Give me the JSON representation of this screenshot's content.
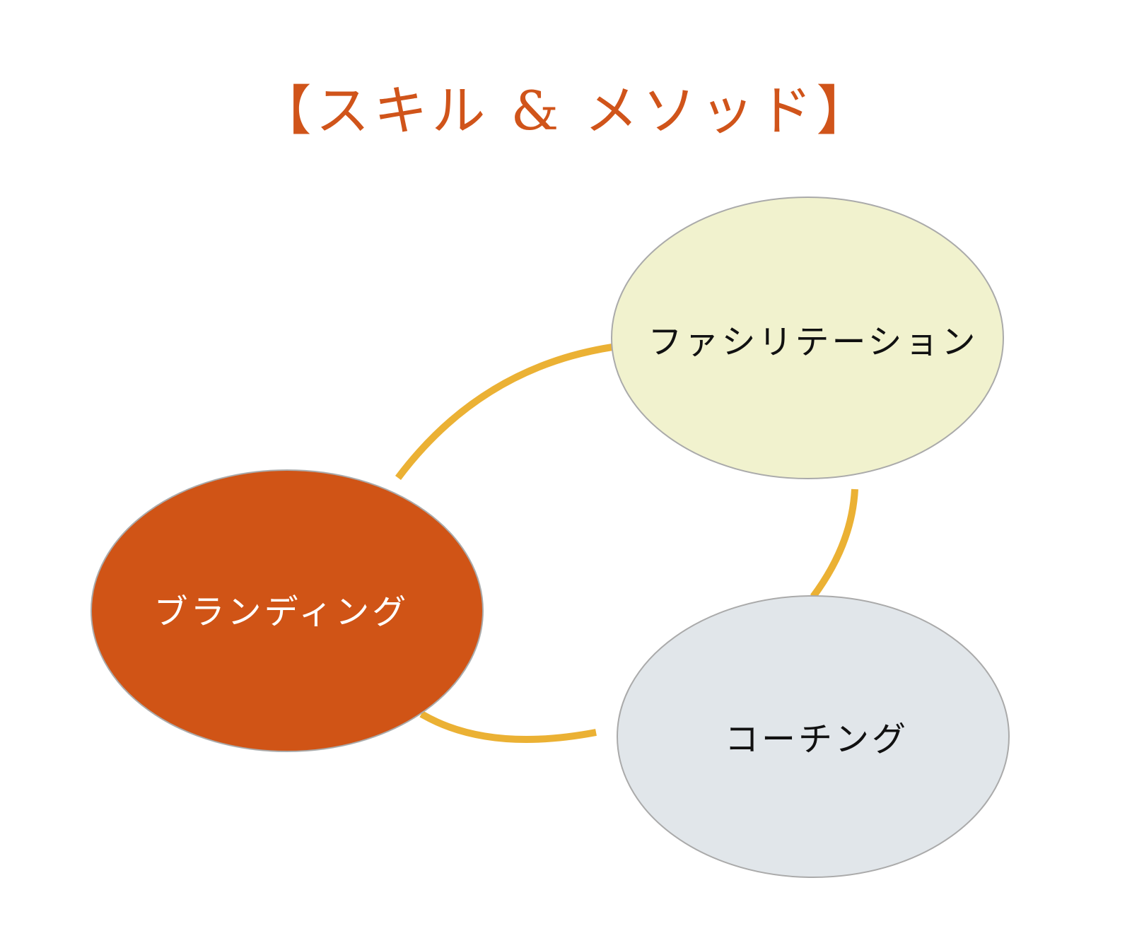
{
  "title": "【スキル & メソッド】",
  "nodes": [
    {
      "id": "facilitation",
      "label": "ファシリテーション",
      "fill": "#F1F2CE",
      "text_color": "#111111"
    },
    {
      "id": "branding",
      "label": "ブランディング",
      "fill": "#D05416",
      "text_color": "#FFFFFF"
    },
    {
      "id": "coaching",
      "label": "コーチング",
      "fill": "#E1E6EA",
      "text_color": "#111111"
    }
  ],
  "colors": {
    "title": "#D0541A",
    "connector": "#EBB134",
    "outline": "#AAAAAA"
  }
}
